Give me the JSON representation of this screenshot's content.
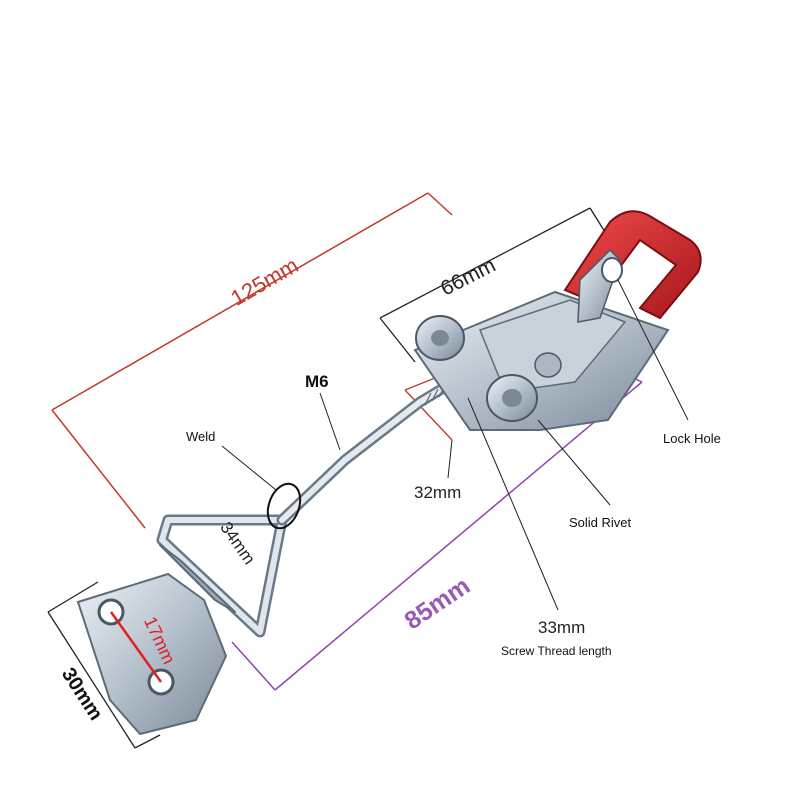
{
  "dimensions": {
    "overall_length": "125mm",
    "latch_length": "66mm",
    "hook_length": "85mm",
    "plate_width": "30mm",
    "hole_spacing": "17mm",
    "loop_length": "34mm",
    "base_offset": "32mm",
    "thread_length": "33mm"
  },
  "callouts": {
    "thread_size": "M6",
    "weld": "Weld",
    "lock_hole": "Lock Hole",
    "solid_rivet": "Solid Rivet",
    "screw_thread": "Screw Thread length"
  },
  "colors": {
    "dimension_red": "#c0392b",
    "dimension_purple": "#8e44ad",
    "handle_red": "#d9252a",
    "steel": "#b9c4cf"
  }
}
